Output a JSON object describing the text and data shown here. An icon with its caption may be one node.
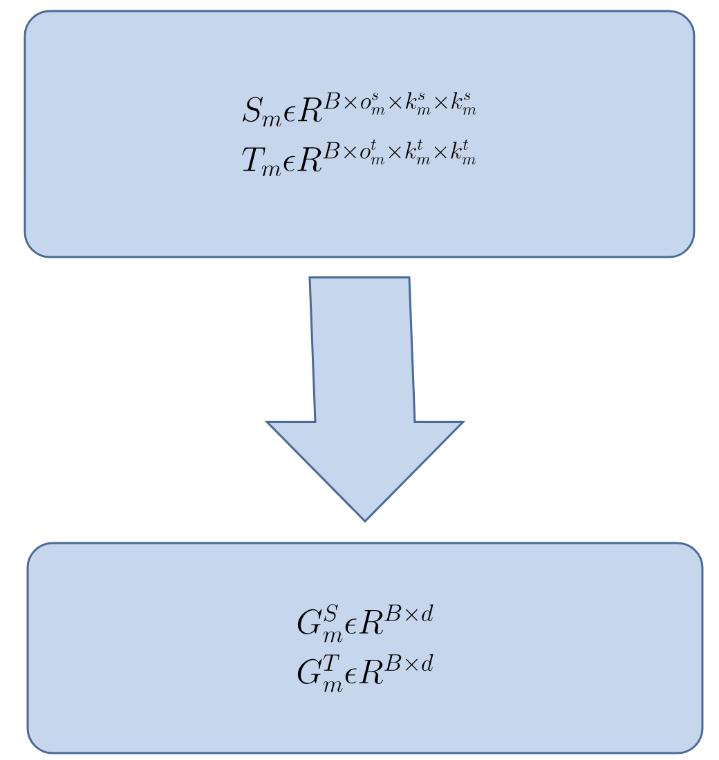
{
  "diagram": {
    "nodes": [
      {
        "text": [
          "S_m \\epsilon R^{B \\times o_m^s \\times k_m^s \\times k_m^s}",
          "T_m \\epsilon R^{B \\times o_m^t \\times k_m^t \\times k_m^t}"
        ]
      },
      {
        "text": [
          "G_m^S \\epsilon R^{B \\times d}",
          "G_m^T \\epsilon R^{B \\times d}"
        ]
      }
    ],
    "edges": [
      {
        "from": 0,
        "to": 1,
        "arrow": "to"
      }
    ]
  }
}
